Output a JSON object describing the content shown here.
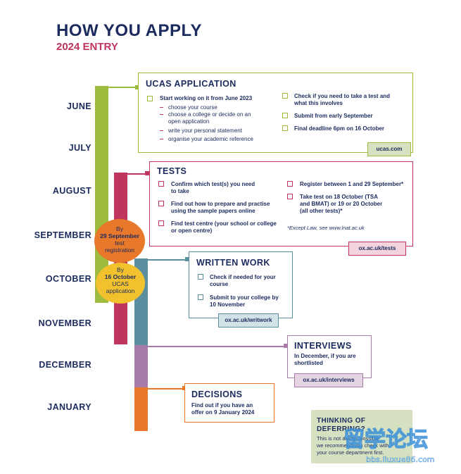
{
  "header": {
    "title": "HOW YOU APPLY",
    "subtitle": "2024 ENTRY"
  },
  "months": [
    "JUNE",
    "JULY",
    "AUGUST",
    "SEPTEMBER",
    "OCTOBER",
    "NOVEMBER",
    "DECEMBER",
    "JANUARY"
  ],
  "colors": {
    "navy": "#1c2b5e",
    "green": "#9dbb3c",
    "magenta": "#c0355e",
    "teal": "#5b8fa0",
    "purple": "#a77aa8",
    "orange": "#e8782a",
    "yellow": "#f2c12e",
    "sage": "#d6e1c2"
  },
  "ucas": {
    "title": "UCAS APPLICATION",
    "start": "Start working on it from June 2023",
    "subitems": [
      "choose your course",
      "choose a college or decide on an",
      "open application",
      "write your personal statement",
      "organise your academic reference"
    ],
    "check_l1": "Check if you need to take a test and",
    "check_l2": "what this involves",
    "submit": "Submit from early September",
    "deadline": "Final deadline 6pm on 16 October",
    "link": "ucas.com"
  },
  "tests": {
    "title": "TESTS",
    "confirm_l1": "Confirm which test(s) you need",
    "confirm_l2": "to take",
    "findout_l1": "Find out how to prepare and practise",
    "findout_l2": "using the sample papers online",
    "centre_l1": "Find test centre (your school or college",
    "centre_l2": "or open centre)",
    "register": "Register between 1 and 29 September*",
    "take_l1": "Take test on 18 October (TSA",
    "take_l2": "and BMAT) or 19 or 20 October",
    "take_l3": "(all other tests)*",
    "note": "*Except Law, see www.lnat.ac.uk",
    "link": "ox.ac.uk/tests"
  },
  "written": {
    "title": "WRITTEN WORK",
    "check_l1": "Check if needed for your",
    "check_l2": "course",
    "submit_l1": "Submit to your college by",
    "submit_l2": "10 November",
    "link": "ox.ac.uk/writwork"
  },
  "interviews": {
    "title": "INTERVIEWS",
    "text_l1": "In December, if you are",
    "text_l2": "shortlisted",
    "link": "ox.ac.uk/interviews"
  },
  "decisions": {
    "title": "DECISIONS",
    "text_l1": "Find out if you have an",
    "text_l2": "offer on 9 January 2024"
  },
  "sept_circle": {
    "l1": "By",
    "l2": "29 September",
    "l3": "test",
    "l4": "registration"
  },
  "oct_circle": {
    "l1": "By",
    "l2": "16 October",
    "l3": "UCAS",
    "l4": "application"
  },
  "deferring": {
    "title_l1": "THINKING OF",
    "title_l2": "DEFERRING?",
    "text_l1": "This is not always possible",
    "text_l2": "we recommend you check with",
    "text_l3": "your course department first."
  }
}
